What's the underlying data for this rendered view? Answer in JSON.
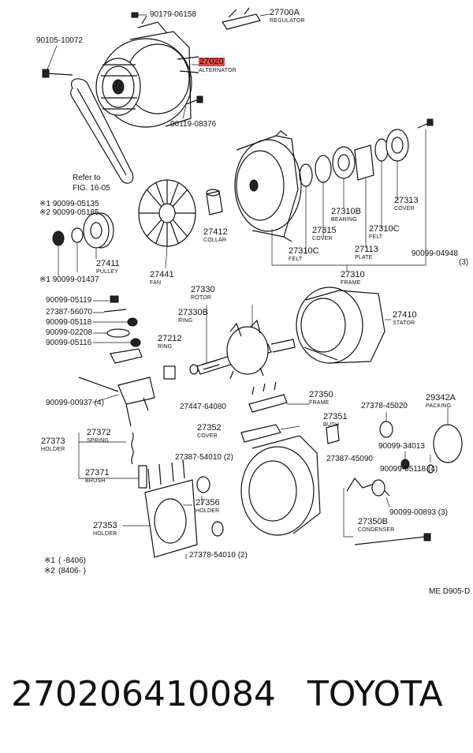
{
  "labels": {
    "p90179_06158": "90179-06158",
    "p27700A": "27700A",
    "regulator": "REGULATOR",
    "p90105_10072": "90105-10072",
    "p27020": "27020",
    "alternator": "ALTERNATOR",
    "p90119_08376": "90119-08376",
    "refer_to": "Refer to",
    "fig_ref": "FIG. 16-05",
    "m1_90099_05135": "※1 90099-05135",
    "m2_90099_05185": "※2 90099-05185",
    "p27411": "27411",
    "pulley": "PULLEY",
    "m1_90099_01437": "※1 90099-01437",
    "p27441": "27441",
    "fan": "FAN",
    "p27412": "27412",
    "collar": "COLLAR",
    "p27315": "27315",
    "cover_27315": "COVER",
    "p27310B": "27310B",
    "bearing": "BEARING",
    "p27313": "27313",
    "cover_27313": "COVER",
    "p27310C_a": "27310C",
    "felt_a": "FELT",
    "p27310C_b": "27310C",
    "felt_b": "FELT",
    "p27113": "27113",
    "plate": "PLATE",
    "p90099_04948": "90099-04948",
    "qty_3_a": "(3)",
    "p27310": "27310",
    "frame_27310": "FRAME",
    "p27330": "27330",
    "rotor": "ROTOR",
    "p27330B": "27330B",
    "ring_27330B": "RING",
    "p27212": "27212",
    "ring_27212": "RING",
    "p27410": "27410",
    "stator": "STATOR",
    "p90099_05119": "90099-05119",
    "p27387_56070": "27387-56070",
    "p90099_05118": "90099-05118",
    "p90099_02208": "90099-02208",
    "p90099_05116": "90099-05116",
    "p90099_00937": "90099-00937 (4)",
    "p27447_64080": "27447-64080",
    "p27350": "27350",
    "frame_27350": "FRAME",
    "p27378_45020": "27378-45020",
    "p29342A": "29342A",
    "packing": "PACKING",
    "p27352": "27352",
    "cover_27352": "COVER",
    "p27351": "27351",
    "bush": "BUSH",
    "p27373": "27373",
    "holder_27373": "HOLDER",
    "p27372": "27372",
    "spring": "SPRING",
    "p27371": "27371",
    "brush": "BRUSH",
    "p90099_34013": "90099-34013",
    "p27387_54010_top": "27387-54010 (2)",
    "p27387_45090": "27387-45090",
    "p90099_05118_4": "90099-05118 (4)",
    "p27356": "27356",
    "holder_27356": "HOLDER",
    "p90099_00893": "90099-00893 (3)",
    "p27353": "27353",
    "holder_27353": "HOLDER",
    "p27350B": "27350B",
    "condenser": "CONDENSER",
    "p27378_54010_bot": "27378-54010 (2)",
    "note1_mark": "※1",
    "note1_range": "(      -8406)",
    "note2_mark": "※2",
    "note2_range": "(8406-      )",
    "diagram_id": "ME D905-D"
  },
  "caption": {
    "part_number": "270206410084",
    "brand": "TOYOTA"
  },
  "colors": {
    "highlight": "#e04848",
    "ink": "#111111",
    "background": "#ffffff"
  }
}
